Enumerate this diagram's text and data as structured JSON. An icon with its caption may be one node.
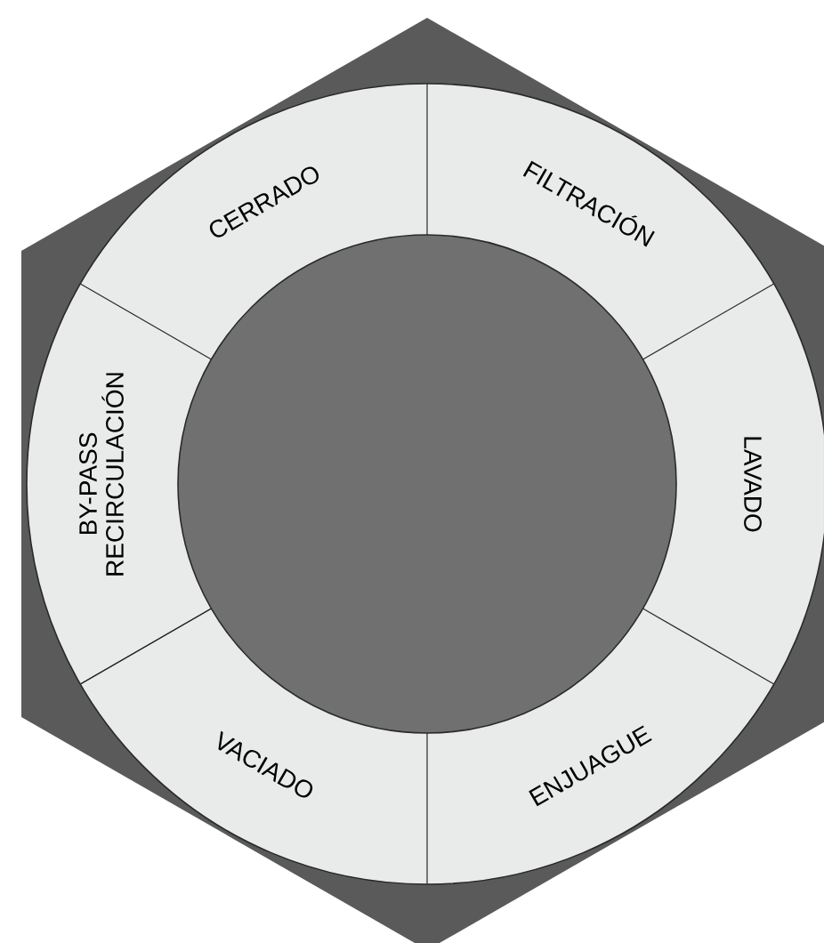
{
  "diagram": {
    "nodes": [
      {
        "text": [
          "CERRADO"
        ]
      },
      {
        "text": [
          "FILTRACIÓN"
        ]
      },
      {
        "text": [
          "LAVADO"
        ]
      },
      {
        "text": [
          "ENJUAGUE"
        ]
      },
      {
        "text": [
          "VACIADO"
        ]
      },
      {
        "text": [
          "BY-PASS RECIRCULACIÓN"
        ]
      }
    ]
  }
}
